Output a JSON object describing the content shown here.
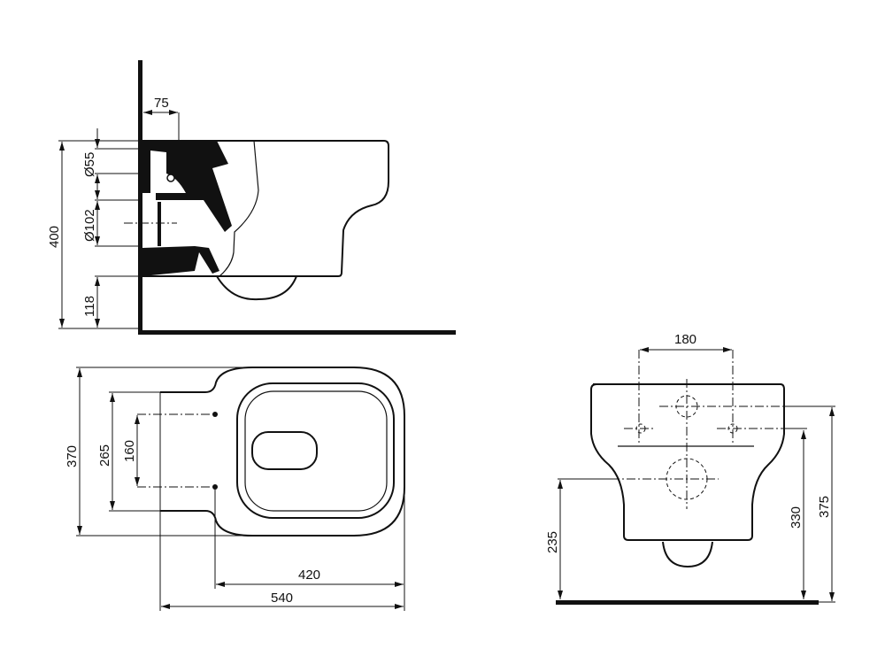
{
  "colors": {
    "line": "#111111",
    "background": "#ffffff"
  },
  "side_view": {
    "dim_top_offset": "75",
    "dim_water_inlet": "Ø55",
    "dim_waste_outlet": "Ø102",
    "dim_height": "400",
    "dim_bottom": "118"
  },
  "top_view": {
    "dim_width": "370",
    "dim_fixing_outer": "265",
    "dim_fixing_inner": "160",
    "dim_projection_fixing": "420",
    "dim_projection_total": "540"
  },
  "rear_view": {
    "dim_fixing_spacing": "180",
    "dim_outlet_height": "235",
    "dim_fixing_height": "330",
    "dim_inlet_height": "375"
  }
}
